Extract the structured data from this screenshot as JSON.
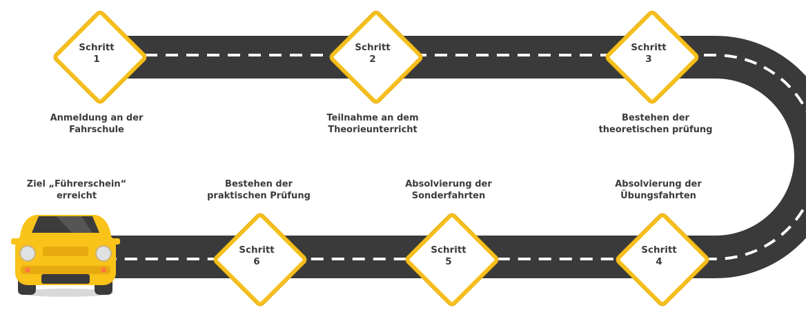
{
  "colors": {
    "road": "#3a3a3a",
    "road_edge": "#2e2e2e",
    "lane_marking": "#ffffff",
    "sign_border": "#f5c01d",
    "car_body": "#f9c31a",
    "text": "#3b3b3b"
  },
  "goal": {
    "text": "Ziel „Führerschein“\nerreicht",
    "icon": "car-icon"
  },
  "steps": [
    {
      "label": "Schritt",
      "number": "1",
      "caption": "Anmeldung an der\nFahrschule"
    },
    {
      "label": "Schritt",
      "number": "2",
      "caption": "Teilnahme an dem\nTheorieunterricht"
    },
    {
      "label": "Schritt",
      "number": "3",
      "caption": "Bestehen der\ntheoretischen prüfung"
    },
    {
      "label": "Schritt",
      "number": "4",
      "caption": "Absolvierung der\nÜbungsfahrten"
    },
    {
      "label": "Schritt",
      "number": "5",
      "caption": "Absolvierung der\nSonderfahrten"
    },
    {
      "label": "Schritt",
      "number": "6",
      "caption": "Bestehen der\npraktischen Prüfung"
    }
  ]
}
